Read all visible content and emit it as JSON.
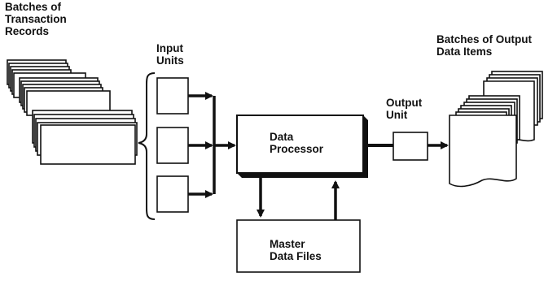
{
  "labels": {
    "batches_transaction_records": "Batches of\nTransaction\nRecords",
    "input_units": "Input\nUnits",
    "data_processor": "Data\nProcessor",
    "master_data_files": "Master\nData Files",
    "output_unit": "Output\nUnit",
    "batches_output_items": "Batches of Output\nData Items"
  },
  "colors": {
    "ink": "#111111",
    "paper": "#ffffff"
  }
}
